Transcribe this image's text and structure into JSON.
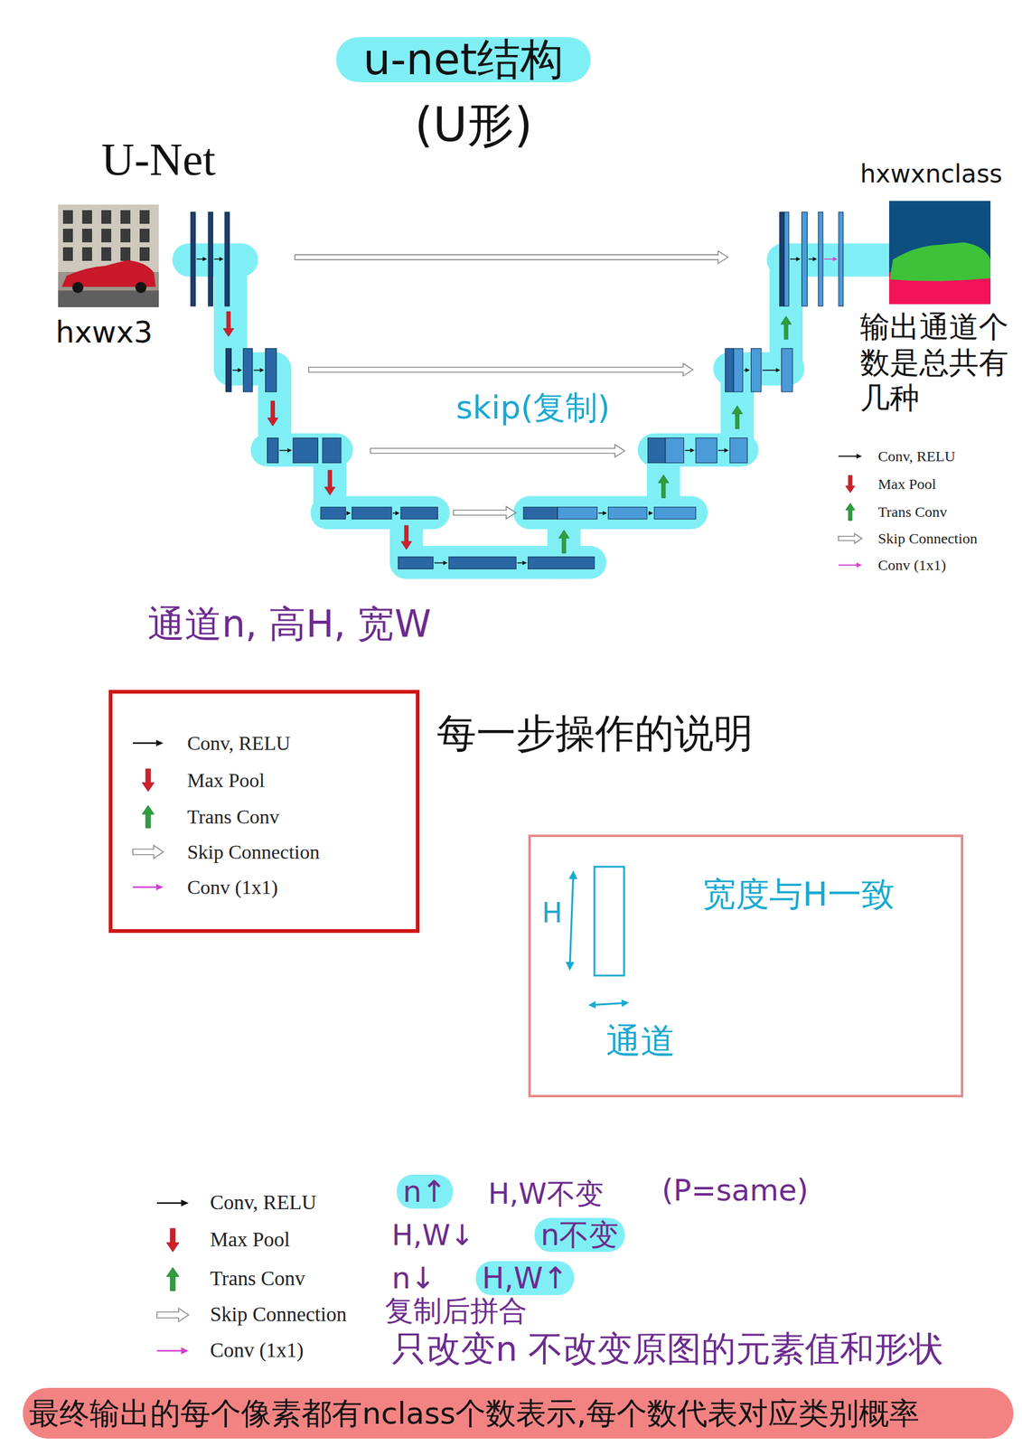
{
  "diagram": {
    "title": "u-net结构",
    "caption": "最终输出的每个像素都有nclass个数表示,每个数代表对应类别概率",
    "nodes": [
      {
        "text": [
          "每一步操作的说明"
        ]
      },
      {
        "text": [
          "H",
          "宽度与H一致",
          "通道"
        ]
      }
    ],
    "labels": [
      "(U形)",
      "U-Net",
      "hxwxnclass",
      "hxwx3",
      "输出通道个数是总共有几种",
      "skip(复制)",
      "通道n, 高H, 宽W",
      "n↑",
      "H,W不变",
      "(P=same)",
      "H,W↓",
      "n不变",
      "n↓",
      "H,W↑",
      "复制后拼合",
      "只改变n 不改变原图的元素值和形状"
    ],
    "legend": [
      {
        "text": "Conv, RELU"
      },
      {
        "text": "Max Pool"
      },
      {
        "text": "Trans Conv"
      },
      {
        "text": "Skip Connection"
      },
      {
        "text": "Conv (1x1)"
      },
      {
        "text": "Conv, RELU"
      },
      {
        "text": "Max Pool"
      },
      {
        "text": "Trans Conv"
      },
      {
        "text": "Skip Connection"
      },
      {
        "text": "Conv (1x1)"
      },
      {
        "text": "Conv, RELU"
      },
      {
        "text": "Max Pool"
      },
      {
        "text": "Trans Conv"
      },
      {
        "text": "Skip Connection"
      },
      {
        "text": "Conv (1x1)"
      }
    ]
  }
}
